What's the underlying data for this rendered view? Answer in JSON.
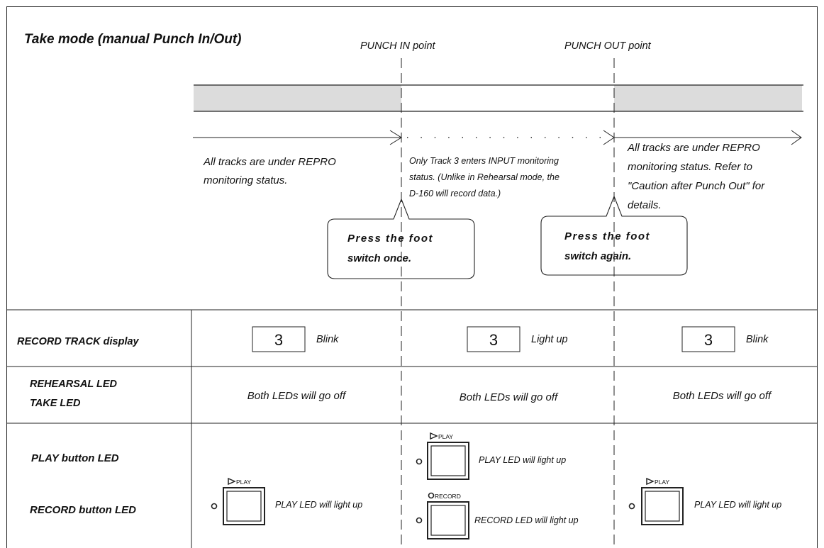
{
  "title": "Take mode (manual Punch In/Out)",
  "markers": {
    "punch_in": "PUNCH IN point",
    "punch_out": "PUNCH OUT point"
  },
  "phases": {
    "before": [
      "All tracks are under REPRO",
      "monitoring status."
    ],
    "during": [
      "Only Track 3 enters INPUT monitoring",
      "status. (Unlike in Rehearsal mode, the",
      "D-160 will record data.)"
    ],
    "after": [
      "All tracks are under REPRO",
      "monitoring status. Refer to",
      "\"Caution after Punch Out\" for",
      "details."
    ]
  },
  "callouts": {
    "press_once": [
      "Press the foot",
      "switch once."
    ],
    "press_again": [
      "Press the foot",
      "switch again."
    ]
  },
  "rows": {
    "record_track": {
      "label": "RECORD TRACK display",
      "cells": [
        {
          "number": "3",
          "state": "Blink"
        },
        {
          "number": "3",
          "state": "Light up"
        },
        {
          "number": "3",
          "state": "Blink"
        }
      ]
    },
    "leds": {
      "label_lines": [
        "REHEARSAL LED",
        "TAKE LED"
      ],
      "cells": [
        "Both LEDs will go off",
        "Both LEDs will go off",
        "Both LEDs will go off"
      ]
    },
    "buttons": {
      "play_label": "PLAY button LED",
      "record_label": "RECORD button LED",
      "play_caption": "PLAY",
      "record_caption": "RECORD",
      "play_text": "PLAY LED will light up",
      "record_text": "RECORD LED will light up"
    }
  }
}
